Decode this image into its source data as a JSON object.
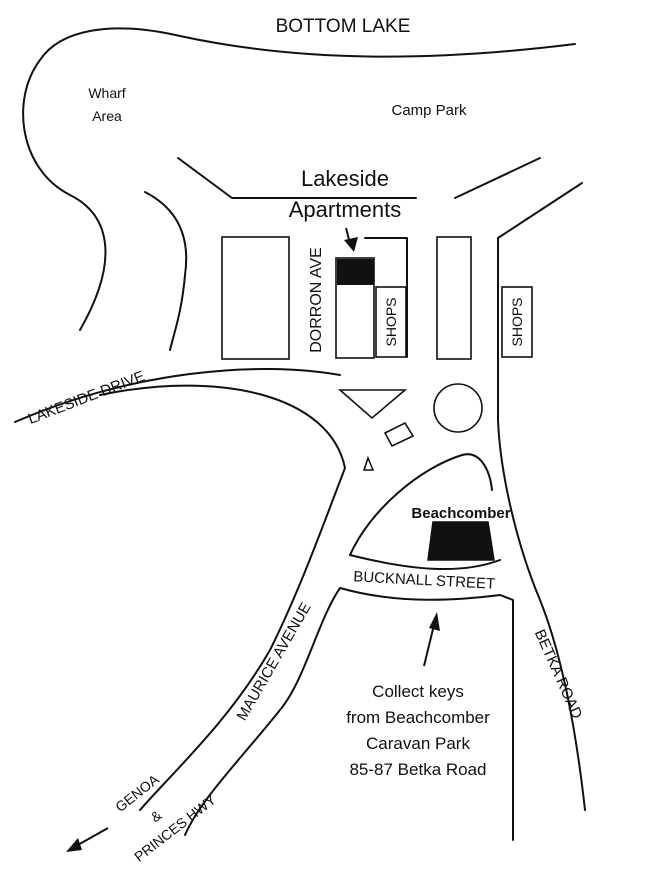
{
  "map": {
    "lake": "BOTTOM LAKE",
    "wharf_line1": "Wharf",
    "wharf_line2": "Area",
    "camp_park": "Camp Park",
    "apartments_line1": "Lakeside",
    "apartments_line2": "Apartments",
    "dorron_ave": "DORRON AVE",
    "shops_left": "SHOPS",
    "shops_right": "SHOPS",
    "lakeside_drive": "LAKESIDE DRIVE",
    "beachcomber": "Beachcomber",
    "bucknall_street": "BUCKNALL STREET",
    "betka_road": "BETKA ROAD",
    "maurice_avenue": "MAURICE AVENUE",
    "genoa_line1": "GENOA",
    "genoa_line2": "&",
    "genoa_line3": "PRINCES HWY",
    "keys_line1": "Collect keys",
    "keys_line2": "from Beachcomber",
    "keys_line3": "Caravan Park",
    "keys_line4": "85-87 Betka Road"
  }
}
